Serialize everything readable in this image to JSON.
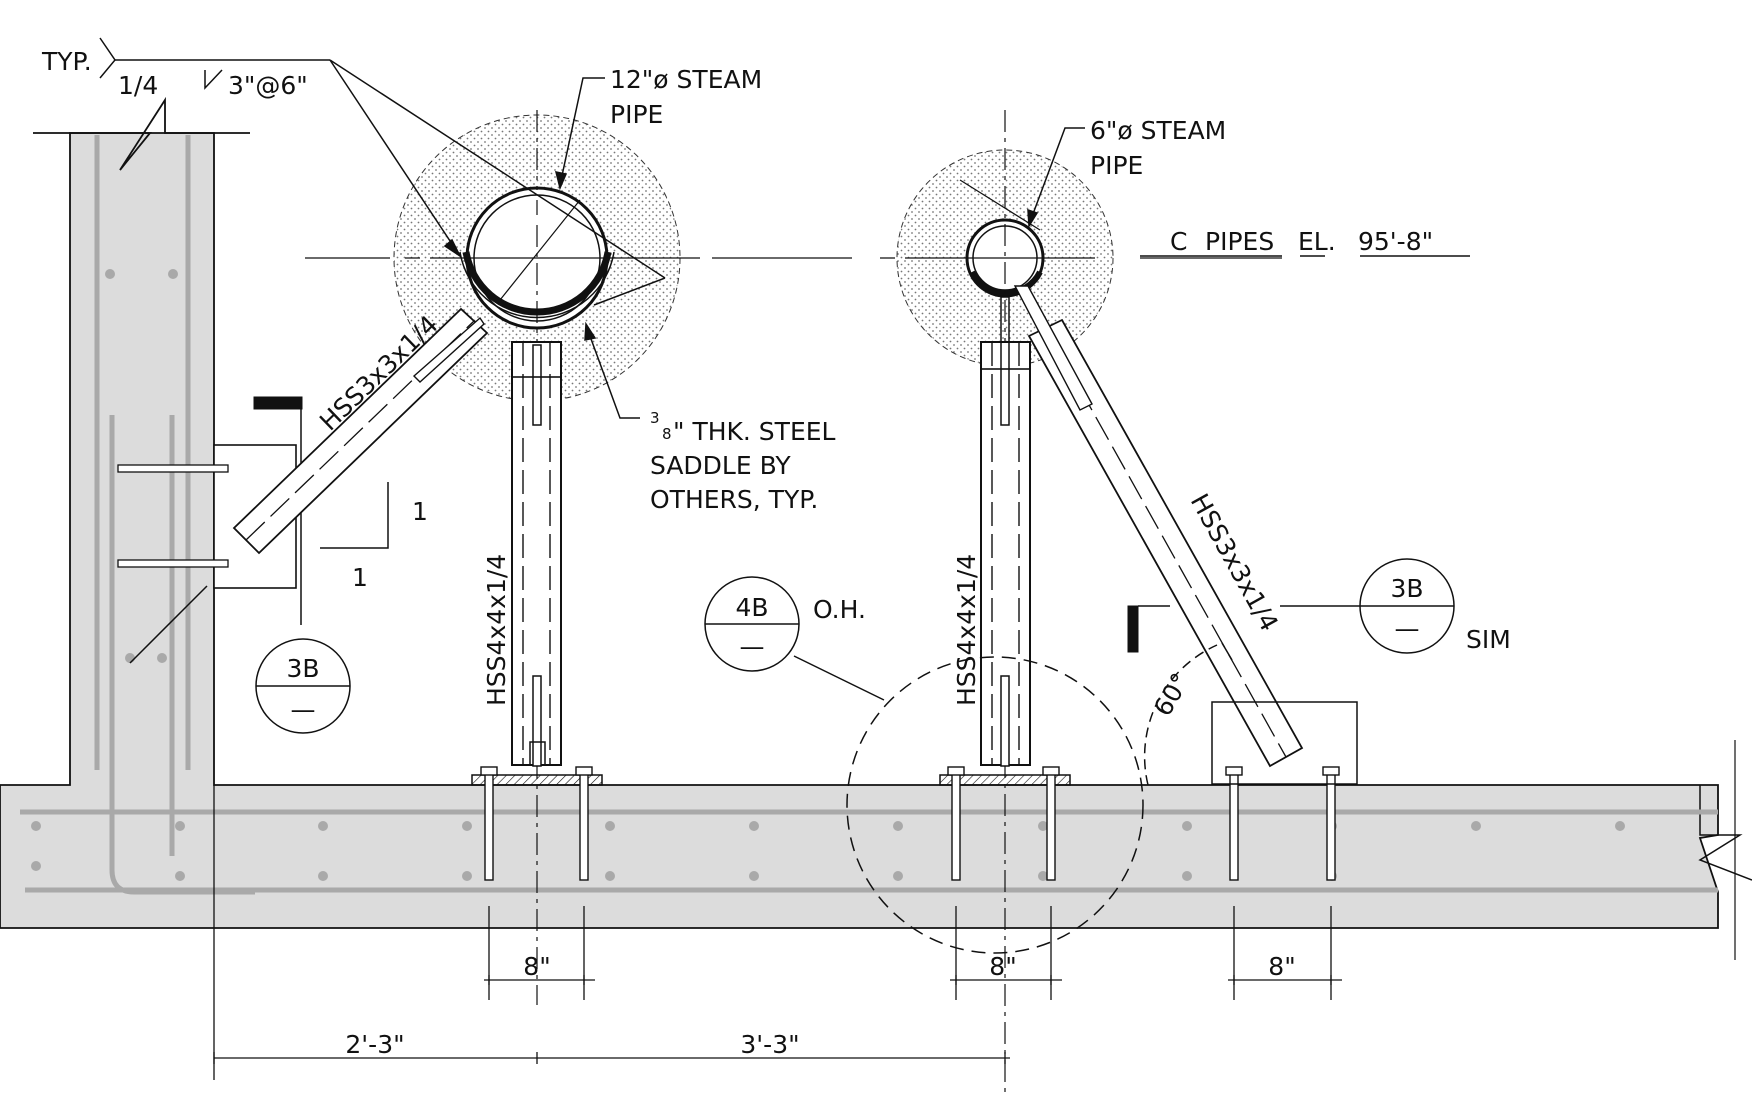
{
  "weld": {
    "typ": "TYP.",
    "size": "1/4",
    "pitch": "3\"@6\""
  },
  "pipe12": {
    "line1": "12\"ø STEAM",
    "line2": "PIPE"
  },
  "pipe6": {
    "line1": "6\"ø STEAM",
    "line2": "PIPE"
  },
  "elevation": {
    "cl": "C",
    "text": "PIPES",
    "el": "EL.",
    "value": "95'-8\""
  },
  "saddle": {
    "line1a": "3",
    "line1b": "8",
    "line1c": "\" THK. STEEL",
    "line2": "SADDLE BY",
    "line3": "OTHERS, TYP."
  },
  "members": {
    "brace_left": "HSS3x3x1/4",
    "post_left": "HSS4x4x1/4",
    "post_right": "HSS4x4x1/4",
    "brace_right": "HSS3x3x1/4"
  },
  "slope": {
    "rise": "1",
    "run": "1"
  },
  "angle": "60°",
  "callouts": {
    "left": {
      "top": "3B",
      "bottom": "—"
    },
    "mid": {
      "top": "4B",
      "bottom": "—",
      "note": "O.H."
    },
    "right": {
      "top": "3B",
      "bottom": "—",
      "note": "SIM"
    }
  },
  "dims": {
    "bolt_left": "8\"",
    "bolt_mid": "8\"",
    "bolt_right": "8\"",
    "span_a": "2'-3\"",
    "span_b": "3'-3\""
  },
  "colors": {
    "concrete": "#dcdcdc",
    "rebar": "#a9a9a9",
    "line": "#111111"
  }
}
